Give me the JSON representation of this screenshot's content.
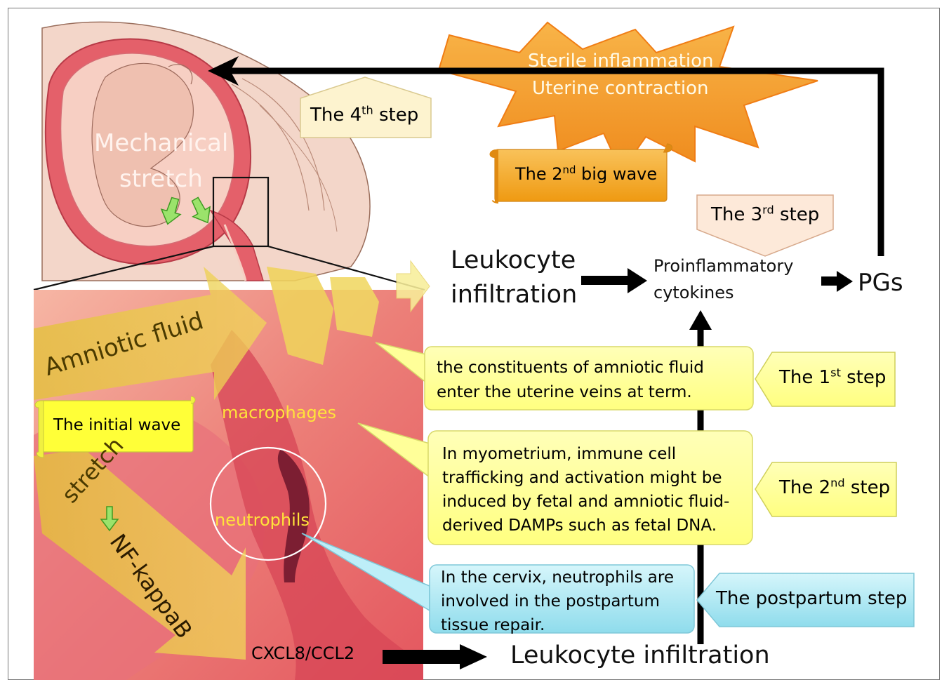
{
  "top": {
    "burst_line1": "Sterile inflammation",
    "burst_line2": "Uterine contraction",
    "fourth_step": {
      "pre": "The 4",
      "sup": "th",
      "post": " step"
    },
    "second_big_wave": {
      "pre": "The 2",
      "sup": "nd",
      "post": " big wave"
    },
    "third_step": {
      "pre": "The 3",
      "sup": "rd",
      "post": " step"
    }
  },
  "uterus": {
    "mechanical": "Mechanical",
    "stretch": "stretch"
  },
  "zoom": {
    "amniotic_fluid": "Amniotic fluid",
    "initial_wave": "The initial wave",
    "macrophages": "macrophages",
    "stretch": "stretch",
    "nfkb": "NF-kappaB",
    "neutrophils": "neutrophils"
  },
  "flow": {
    "leukocyte_line1": "Leukocyte",
    "leukocyte_line2": "infiltration",
    "proinflammatory_line1": "Proinflammatory",
    "proinflammatory_line2": "cytokines",
    "pgs": "PGs",
    "cxcl": "CXCL8/CCL2",
    "leukocyte_bottom": "Leukocyte infiltration"
  },
  "callouts": {
    "c1": "the constituents of amniotic fluid enter the uterine veins at term.",
    "c2": "In myometrium, immune cell trafficking and activation might be induced by fetal and amniotic fluid-derived DAMPs such as fetal DNA.",
    "c3": "In the cervix, neutrophils are involved in the postpartum tissue repair."
  },
  "steps": {
    "first": {
      "pre": "The 1",
      "sup": "st",
      "post": " step"
    },
    "second": {
      "pre": "The 2",
      "sup": "nd",
      "post": " step"
    },
    "postpartum": "The postpartum step"
  },
  "colors": {
    "yellow_box": "#ffff99",
    "yellow_border": "#d6d65a",
    "orange_scroll": "#f5a623",
    "burst": "#f5a027",
    "cyan_box": "#aeeaf5",
    "peach_step": "#fde9d9",
    "tissue": "#e96a6e",
    "arrow_gold": "#e8c035"
  }
}
